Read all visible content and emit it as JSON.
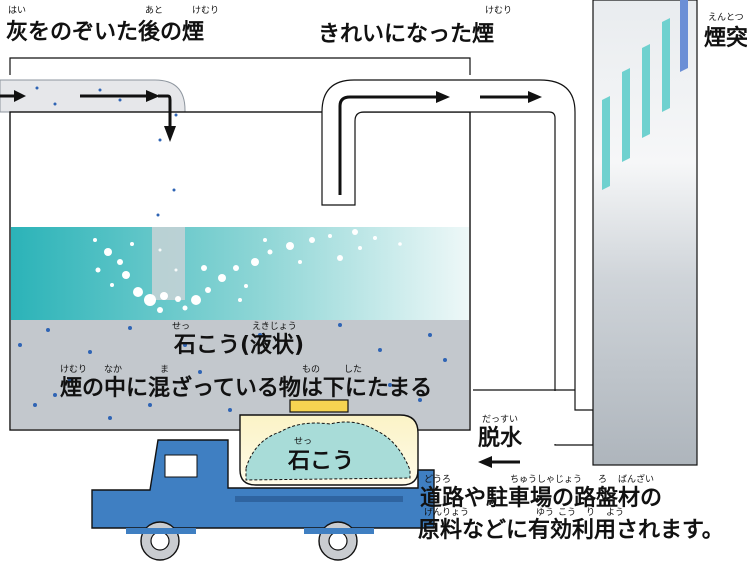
{
  "labels": {
    "top_left": "灰をのぞいた後の煙",
    "top_middle": "きれいになった煙",
    "chimney": "煙突",
    "gypsum_liquid": "石こう(液状)",
    "settling": "煙の中に混ざっている物は下にたまる",
    "truck_tank": "石こう",
    "dehydration": "脱水",
    "reuse_line1": "道路や駐車場の路盤材の",
    "reuse_line2": "原料などに有効利用されます。"
  },
  "ruby": {
    "hai": "はい",
    "ato": "あと",
    "kemuri1": "けむり",
    "kemuri2": "けむり",
    "entotsu": "えんとつ",
    "seki": "せっ",
    "ekijou": "えきじょう",
    "kemuri3": "けむり",
    "naka": "なか",
    "ma": "ま",
    "mono": "もの",
    "shita": "した",
    "setsu2": "せっ",
    "dassui": "だっすい",
    "douro": "どうろ",
    "chuushajou": "ちゅうしゃじょう",
    "ro": "ろ",
    "banzai": "ばんざい",
    "genryou": "げんりょう",
    "yuu": "ゆう",
    "kou": "こう",
    "ri": "り",
    "you": "よう"
  },
  "colors": {
    "pipe": "#e6e7ea",
    "liquid_top": "#2bb3b8",
    "slurry": "#c3c8cd",
    "dots": "#2f64b4",
    "truck": "#3f7fc2",
    "gypsum": "#a8dcd8",
    "stripe": "#6fd1cf"
  }
}
